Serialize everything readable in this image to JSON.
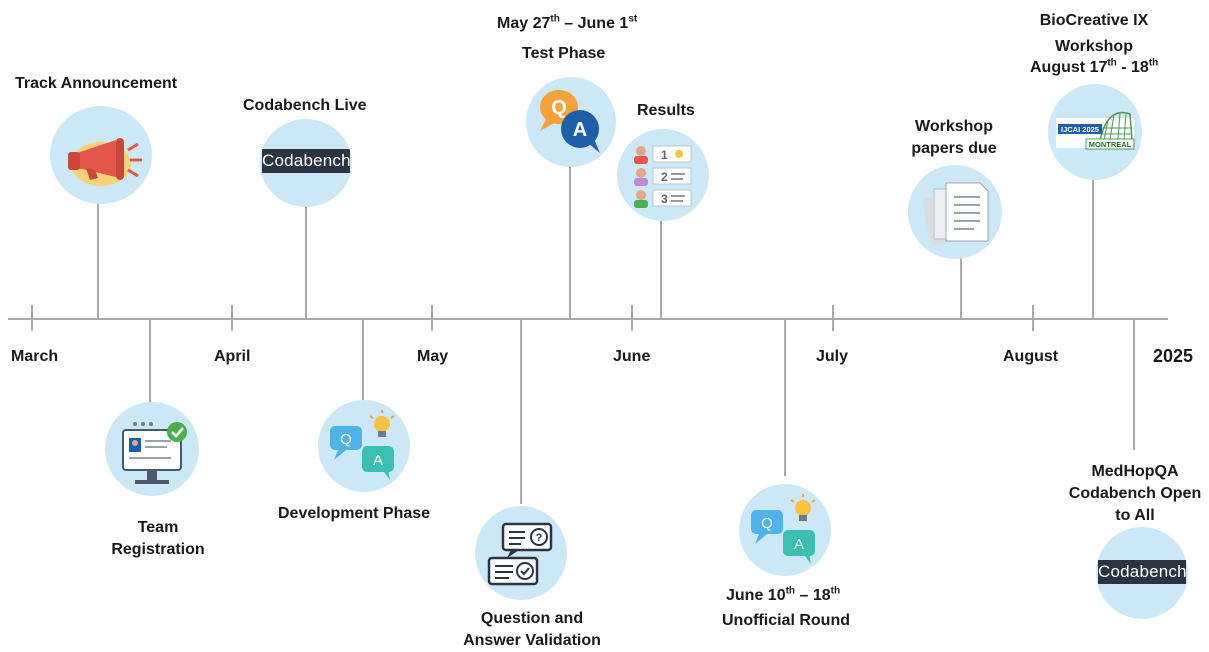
{
  "months": [
    "March",
    "April",
    "May",
    "June",
    "July",
    "August"
  ],
  "year": "2025",
  "events": {
    "track_announcement": "Track Announcement",
    "codabench_live": "Codabench Live",
    "test_phase_date_a": "May 27",
    "test_phase_date_b": "th",
    "test_phase_date_c": " – June 1",
    "test_phase_date_d": "st",
    "test_phase": "Test Phase",
    "results": "Results",
    "workshop_papers_line1": "Workshop",
    "workshop_papers_line2": "papers due",
    "biocreative_line1": "BioCreative IX",
    "biocreative_line2": "Workshop",
    "biocreative_date_a": "August 17",
    "biocreative_date_b": "th",
    "biocreative_date_c": " - 18",
    "biocreative_date_d": "th",
    "team_registration_line1": "Team",
    "team_registration_line2": "Registration",
    "development_phase": "Development Phase",
    "qa_validation_line1": "Question and",
    "qa_validation_line2": "Answer Validation",
    "unofficial_date_a": "June 10",
    "unofficial_date_b": "th",
    "unofficial_date_c": " – 18",
    "unofficial_date_d": "th",
    "unofficial_round": "Unofficial Round",
    "medhopqa_line1": "MedHopQA",
    "medhopqa_line2": "Codabench Open",
    "medhopqa_line3": "to All"
  },
  "logos": {
    "codabench": "Codabench",
    "ijcai": "IJCAI 2025",
    "montreal": "MONTREAL"
  },
  "icons": {
    "qa_letters": [
      "Q",
      "A"
    ],
    "rank_numbers": [
      "1",
      "2",
      "3"
    ]
  },
  "colors": {
    "circle": "#cce8f6",
    "axis": "#a9a9a9",
    "codabench_bg": "#2b3541",
    "qa_blue": "#1f5fa8",
    "qa_orange": "#f5a23a",
    "megaphone": "#e4574a"
  }
}
